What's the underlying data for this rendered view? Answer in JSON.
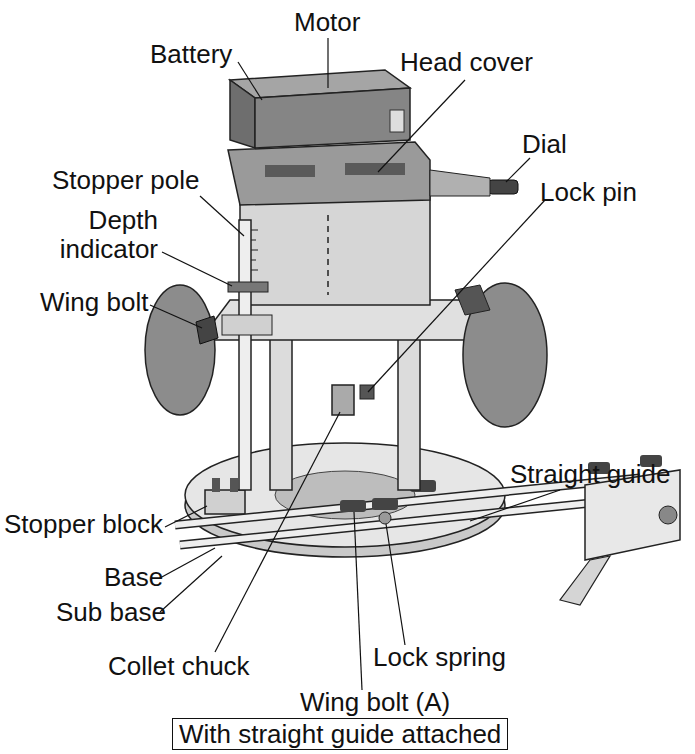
{
  "diagram": {
    "caption": "With straight guide attached",
    "labels": [
      "Battery",
      "Motor",
      "Head cover",
      "Dial",
      "Stopper pole",
      "Depth indicator",
      "Lock pin",
      "Wing bolt",
      "Straight guide",
      "Stopper block",
      "Base",
      "Sub base",
      "Collet chuck",
      "Lock spring",
      "Wing bolt (A)"
    ]
  }
}
